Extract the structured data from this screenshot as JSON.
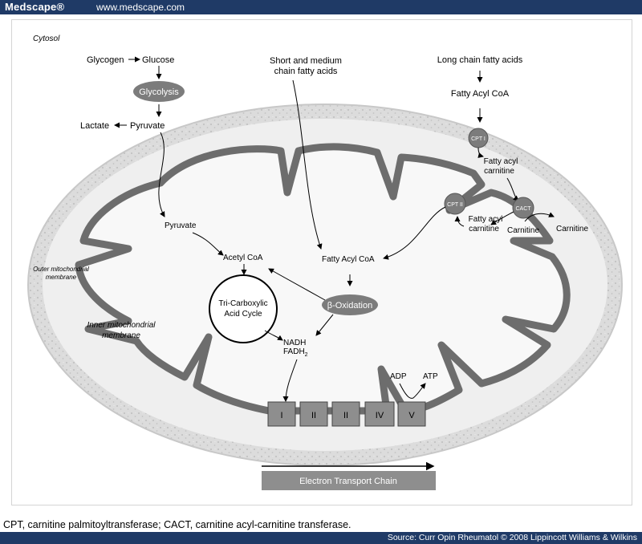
{
  "header": {
    "logo": "Medscape®",
    "url": "www.medscape.com"
  },
  "labels": {
    "cytosol": "Cytosol",
    "glycogen": "Glycogen",
    "glucose": "Glucose",
    "glycolysis": "Glycolysis",
    "lactate": "Lactate",
    "pyruvate_cytosol": "Pyruvate",
    "short_medium_1": "Short and medium",
    "short_medium_2": "chain fatty acids",
    "long_chain": "Long chain fatty acids",
    "fatty_acyl_coa_top": "Fatty Acyl CoA",
    "cpt1": "CPT I",
    "fatty_acyl_carnitine_1a": "Fatty acyl",
    "fatty_acyl_carnitine_1b": "carnitine",
    "cpt2": "CPT II",
    "cact": "CACT",
    "fatty_acyl_carnitine_2a": "Fatty acyl",
    "fatty_acyl_carnitine_2b": "carnitine",
    "carnitine_inner": "Carnitine",
    "carnitine_outer": "Carnitine",
    "pyruvate_matrix": "Pyruvate",
    "acetyl_coa": "Acetyl CoA",
    "fatty_acyl_coa_matrix": "Fatty Acyl CoA",
    "beta_oxidation": "β-Oxidation",
    "tca_1": "Tri-Carboxylic",
    "tca_2": "Acid Cycle",
    "nadh": "NADH",
    "fadh": "FADH",
    "fadh_sub": "2",
    "adp": "ADP",
    "atp": "ATP",
    "outer_membrane_1": "Outer mitochondrial",
    "outer_membrane_2": "membrane",
    "inner_membrane_1": "Inner mitochondrial",
    "inner_membrane_2": "membrane",
    "etc_label": "Electron Transport Chain"
  },
  "complexes": [
    "I",
    "II",
    "II",
    "IV",
    "V"
  ],
  "caption": "CPT, carnitine palmitoyltransferase; CACT, carnitine acyl-carnitine transferase.",
  "footer": {
    "source": "Source: Curr Opin Rheumatol © 2008 Lippincott Williams & Wilkins"
  },
  "colors": {
    "header_bar": "#1f3a66",
    "membrane": "#6d6d6d",
    "intermembrane": "#dadada",
    "node_fill": "#7c7c7c"
  }
}
